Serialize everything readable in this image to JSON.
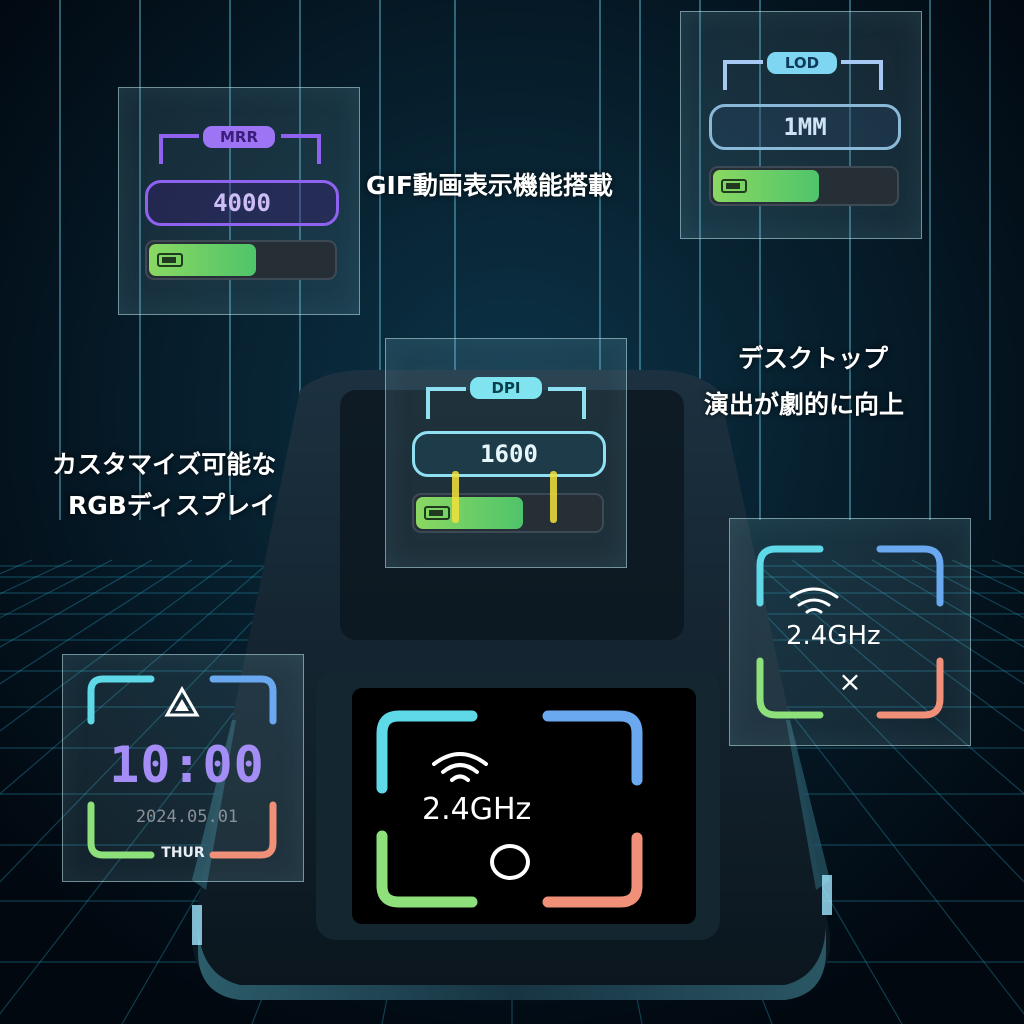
{
  "captions": {
    "gif": "GIF動画表示機能搭載",
    "desktop_line1": "デスクトップ",
    "desktop_line2": "演出が劇的に向上",
    "custom_line1": "カスタマイズ可能な",
    "custom_line2": "RGBディスプレイ"
  },
  "panels": {
    "mrr": {
      "tag": "MRR",
      "value": "4000",
      "level": 0.58
    },
    "lod": {
      "tag": "LOD",
      "value": "1MM",
      "level": 0.58
    },
    "dpi": {
      "tag": "DPI",
      "value": "1600",
      "level": 0.58
    },
    "clock": {
      "time": "10:00",
      "date": "2024.05.01",
      "day": "THUR"
    },
    "wifi_small": {
      "freq": "2.4GHz",
      "symbol": "×"
    },
    "wifi_main": {
      "freq": "2.4GHz",
      "symbol": "O"
    }
  },
  "colors": {
    "frame_cyan": "#5fd8e8",
    "frame_blue": "#6aa8f0",
    "frame_green": "#8ee07a",
    "frame_salmon": "#f09078",
    "mrr_purple": "#8f62f0",
    "accent_cyan": "#7fd6f2"
  }
}
